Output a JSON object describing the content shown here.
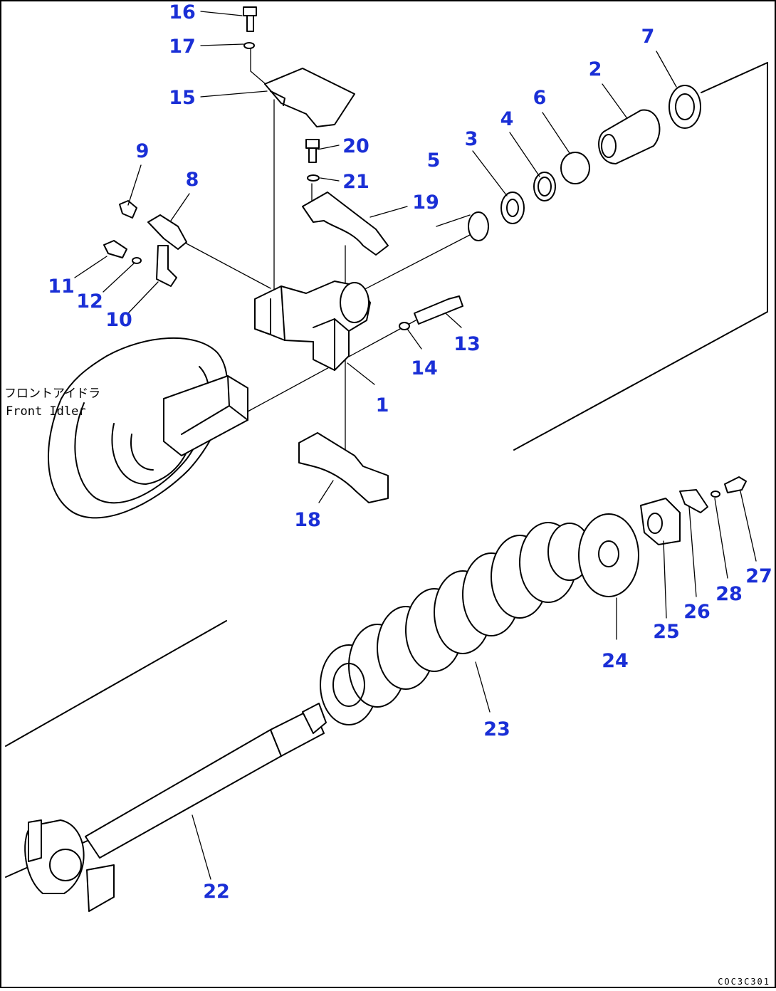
{
  "diagram": {
    "label_jp": "フロントアイドラ",
    "label_en": "Front Idler",
    "drawing_code": "COC3C301",
    "callouts": [
      {
        "id": "c1",
        "text": "1"
      },
      {
        "id": "c2",
        "text": "2"
      },
      {
        "id": "c3",
        "text": "3"
      },
      {
        "id": "c4",
        "text": "4"
      },
      {
        "id": "c5",
        "text": "5"
      },
      {
        "id": "c6",
        "text": "6"
      },
      {
        "id": "c7",
        "text": "7"
      },
      {
        "id": "c8",
        "text": "8"
      },
      {
        "id": "c9",
        "text": "9"
      },
      {
        "id": "c10",
        "text": "10"
      },
      {
        "id": "c11",
        "text": "11"
      },
      {
        "id": "c12",
        "text": "12"
      },
      {
        "id": "c13",
        "text": "13"
      },
      {
        "id": "c14",
        "text": "14"
      },
      {
        "id": "c15",
        "text": "15"
      },
      {
        "id": "c16",
        "text": "16"
      },
      {
        "id": "c17",
        "text": "17"
      },
      {
        "id": "c18",
        "text": "18"
      },
      {
        "id": "c19",
        "text": "19"
      },
      {
        "id": "c20",
        "text": "20"
      },
      {
        "id": "c21",
        "text": "21"
      },
      {
        "id": "c22",
        "text": "22"
      },
      {
        "id": "c23",
        "text": "23"
      },
      {
        "id": "c24",
        "text": "24"
      },
      {
        "id": "c25",
        "text": "25"
      },
      {
        "id": "c26",
        "text": "26"
      },
      {
        "id": "c27",
        "text": "27"
      },
      {
        "id": "c28",
        "text": "28"
      }
    ],
    "colors": {
      "callout": "#1a2fd6",
      "line": "#000000",
      "background": "#ffffff"
    }
  }
}
